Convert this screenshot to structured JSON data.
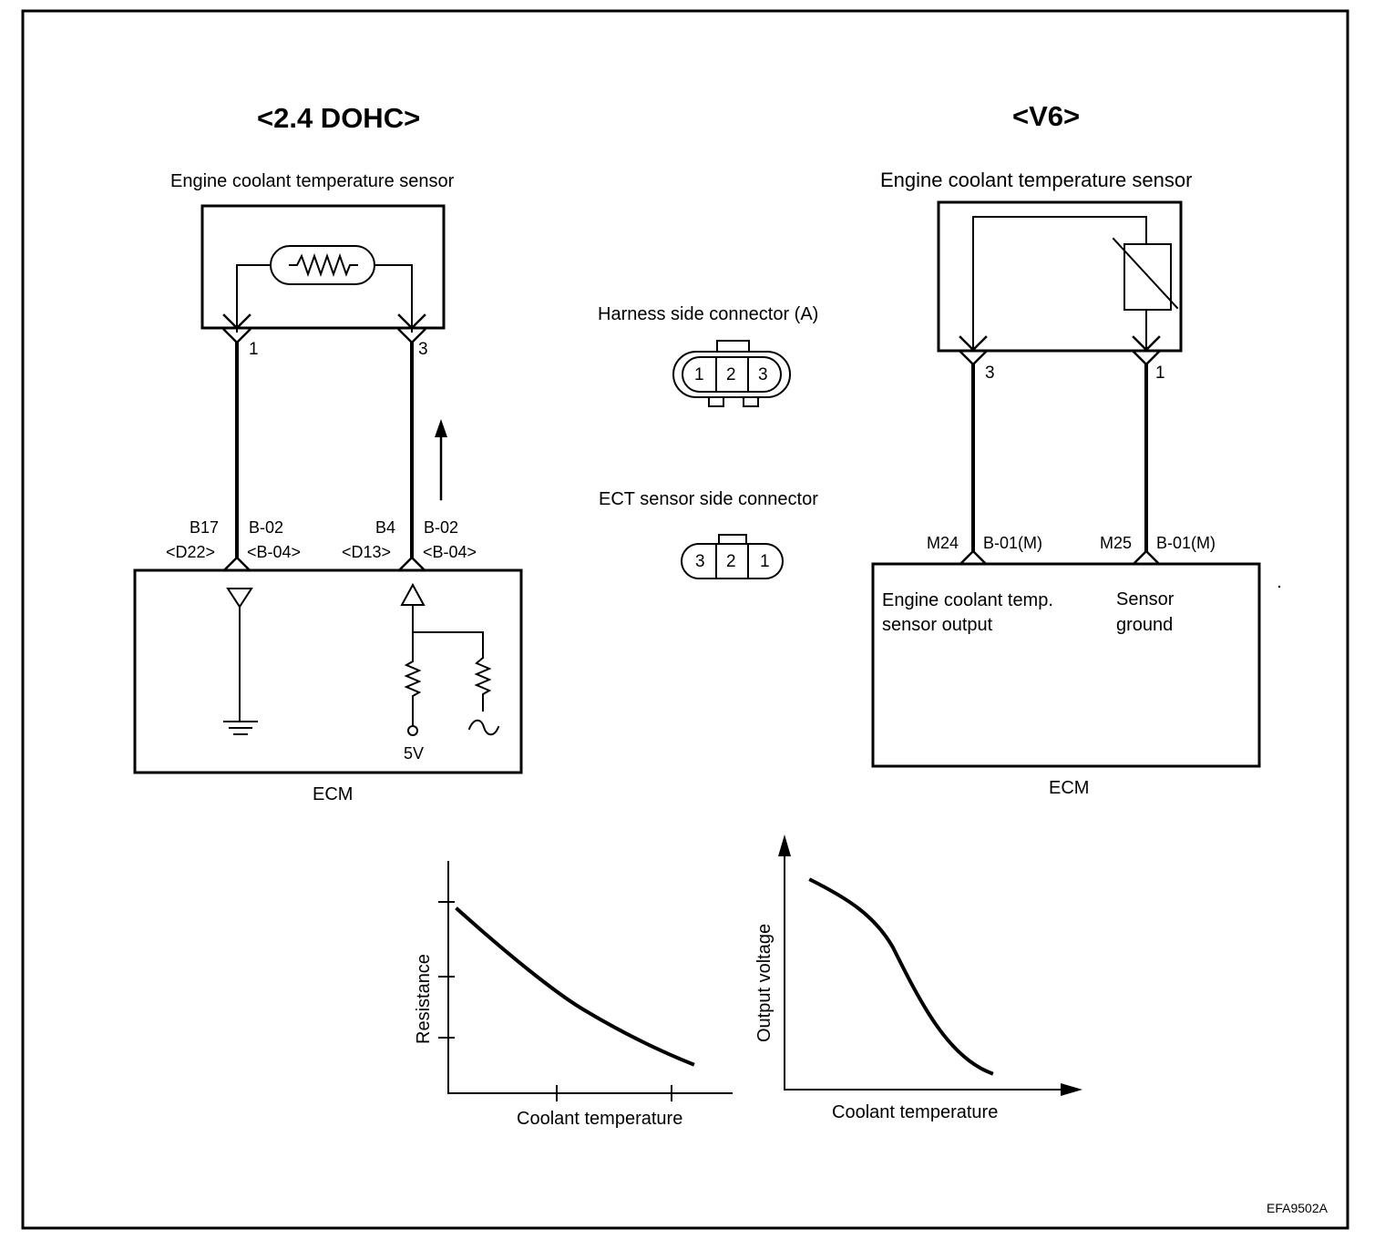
{
  "sections": {
    "left_title": "<2.4 DOHC>",
    "right_title": "<V6>"
  },
  "left_circuit": {
    "sensor_label": "Engine coolant temperature sensor",
    "sensor_pins": [
      "1",
      "3"
    ],
    "ecm_label": "ECM",
    "terminal_b17": "B17",
    "terminal_d22": "<D22>",
    "terminal_b02_a": "B-02",
    "terminal_b04_a": "<B-04>",
    "terminal_b4": "B4",
    "terminal_d13": "<D13>",
    "terminal_b02_b": "B-02",
    "terminal_b04_b": "<B-04>",
    "supply_label": "5V"
  },
  "connectors": {
    "harness_label": "Harness side connector (A)",
    "harness_pins": [
      "1",
      "2",
      "3"
    ],
    "sensor_side_label": "ECT sensor side connector",
    "sensor_side_pins": [
      "3",
      "2",
      "1"
    ]
  },
  "right_circuit": {
    "sensor_label": "Engine coolant temperature sensor",
    "sensor_pins": [
      "3",
      "1"
    ],
    "terminal_m24": "M24",
    "terminal_b01_a": "B-01(M)",
    "terminal_m25": "M25",
    "terminal_b01_b": "B-01(M)",
    "output_label_1": "Engine coolant temp.",
    "output_label_2": "sensor output",
    "ground_label_1": "Sensor",
    "ground_label_2": "ground",
    "ecm_label": "ECM"
  },
  "graphs": {
    "left_ylabel": "Resistance",
    "left_xlabel": "Coolant temperature",
    "right_ylabel": "Output voltage",
    "right_xlabel": "Coolant temperature"
  },
  "figure_code": "EFA9502A"
}
